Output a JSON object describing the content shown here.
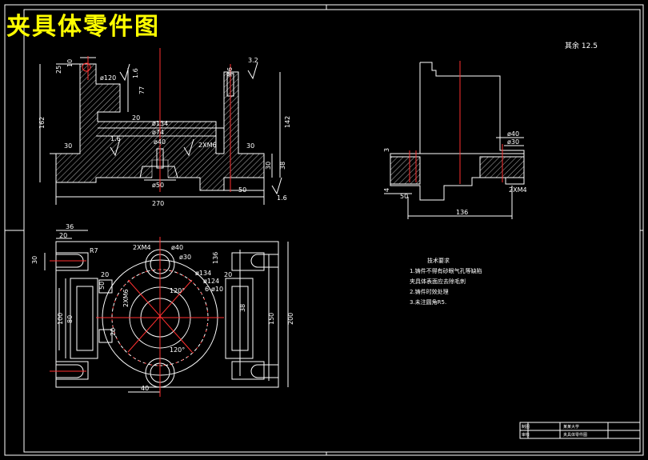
{
  "title": "夹具体零件图",
  "roughness": {
    "label": "其余",
    "value": "12.5"
  },
  "front_view": {
    "dims": {
      "overall_width": "270",
      "height_162": "162",
      "height_142": "142",
      "dia_134": "ø134",
      "dia_74": "ø74",
      "dia_40": "ø40",
      "dia_50": "ø50",
      "dia_120": "ø120",
      "w30_left": "30",
      "w30_right": "30",
      "w50": "50",
      "v38": "38",
      "v30": "30",
      "v20": "20",
      "v77": "77",
      "v25": "25",
      "v10": "10",
      "thread": "2XM6",
      "m6": "M6",
      "r16a": "1.6",
      "r16b": "1.6",
      "r16c": "1.6",
      "r32": "3.2"
    }
  },
  "side_view": {
    "dims": {
      "w136": "136",
      "w50": "50",
      "d40": "ø40",
      "d30": "ø30",
      "thread": "2XM4",
      "v3": "3",
      "v4": "4"
    }
  },
  "top_view": {
    "dims": {
      "w36": "36",
      "w20": "20",
      "r7": "R7",
      "h30": "30",
      "thread_2xm4": "2XM4",
      "d40": "ø40",
      "d30": "ø30",
      "w136": "136",
      "d134": "ø134",
      "d124": "ø124",
      "holes": "6-ø10",
      "thread_2xm6": "2XM6",
      "a120a": "120°",
      "a120b": "120°",
      "v50": "50",
      "v20a": "20",
      "v20b": "20",
      "v38": "38",
      "v100": "100",
      "v80": "80",
      "v150": "150",
      "v200": "200",
      "v40": "40",
      "v20c": "20"
    }
  },
  "notes": {
    "heading": "技术要求",
    "items": [
      "1.铸件不得有砂眼气孔等缺陷",
      "夹具体表面应去除毛刺",
      "2.铸件时效处理",
      "3.未注圆角R5."
    ]
  },
  "title_block": {
    "cell_a": "制图",
    "cell_b": "审核",
    "name": "夹具体零件图",
    "school": "某某大学"
  }
}
